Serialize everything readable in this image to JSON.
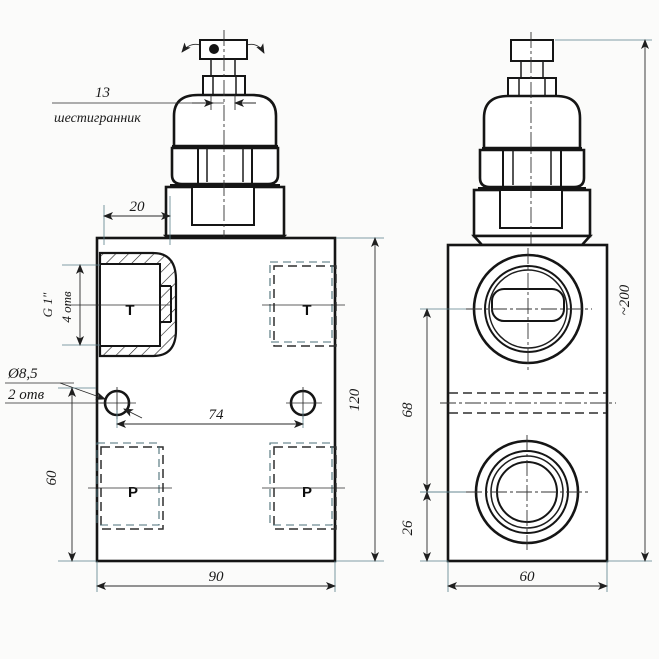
{
  "drawing": {
    "title": "Hydraulic relief valve dimensional drawing",
    "views": [
      {
        "name": "front-view",
        "label": ""
      },
      {
        "name": "side-view",
        "label": ""
      }
    ],
    "notes": [
      {
        "id": "hex-size",
        "value": "13"
      },
      {
        "id": "hex-word",
        "value": "шестигранник"
      },
      {
        "id": "hole-dia",
        "value": "Ø8,5"
      },
      {
        "id": "hole-count",
        "value": "2 отв"
      },
      {
        "id": "thread-size",
        "value": "G 1\""
      },
      {
        "id": "thread-count",
        "value": "4 отв"
      }
    ],
    "dimensions": {
      "hex_across_flats": "13",
      "port_offset_top": "20",
      "body_width": "90",
      "body_height": "120",
      "hole_spacing": "74",
      "lower_port_height": "60",
      "side_width": "60",
      "total_height": "~200",
      "port_center_distance": "68",
      "lower_port_from_base": "26"
    },
    "port_labels": {
      "tank_left": "T",
      "tank_right": "T",
      "pressure_left": "P",
      "pressure_right": "P"
    },
    "colors": {
      "line": "#151515",
      "dimension": "#2a2a2a",
      "extension": "#5a7f8a",
      "background": "#fbfbfa"
    }
  }
}
